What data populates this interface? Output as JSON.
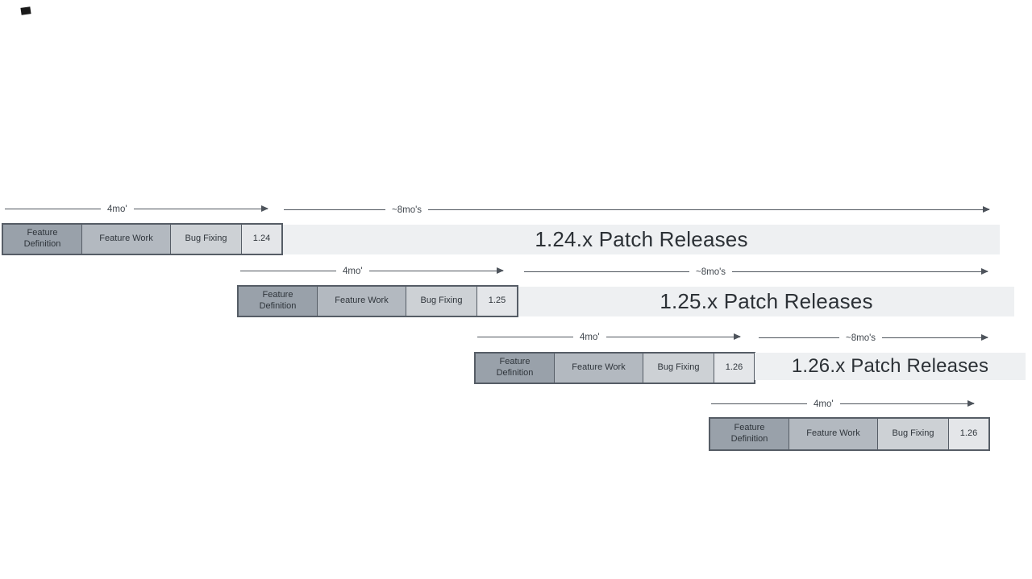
{
  "diagram": {
    "name": "release-cycle-timeline",
    "rows": [
      {
        "version": "1.24",
        "phases": [
          "Feature Definition",
          "Feature Work",
          "Bug Fixing"
        ],
        "dev_arrow_label": "4mo'",
        "patch_arrow_label": "~8mo's",
        "patch_bar_label": "1.24.x Patch Releases"
      },
      {
        "version": "1.25",
        "phases": [
          "Feature Definition",
          "Feature Work",
          "Bug Fixing"
        ],
        "dev_arrow_label": "4mo'",
        "patch_arrow_label": "~8mo's",
        "patch_bar_label": "1.25.x Patch Releases"
      },
      {
        "version": "1.26",
        "phases": [
          "Feature Definition",
          "Feature Work",
          "Bug Fixing"
        ],
        "dev_arrow_label": "4mo'",
        "patch_arrow_label": "~8mo's",
        "patch_bar_label": "1.26.x Patch Releases"
      },
      {
        "version": "1.26",
        "phases": [
          "Feature Definition",
          "Feature Work",
          "Bug Fixing"
        ],
        "dev_arrow_label": "4mo'"
      }
    ],
    "colors": {
      "feature_definition_fill": "#99a1aa",
      "feature_work_fill": "#b3b9c0",
      "bug_fixing_fill": "#cdd1d5",
      "version_fill": "#e4e6e9",
      "patch_bar_fill": "#eef0f2",
      "bar_border": "#565d66",
      "arrow": "#4e545c",
      "text": "#2f353b"
    }
  }
}
